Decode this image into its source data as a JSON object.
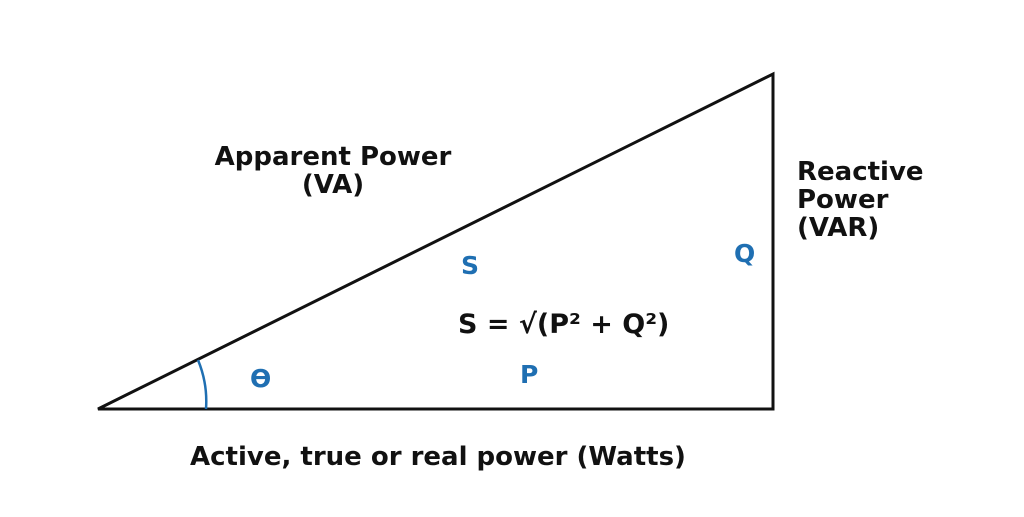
{
  "labels": {
    "apparent_line1": "Apparent Power",
    "apparent_line2": "(VA)",
    "reactive_line1": "Reactive",
    "reactive_line2": "Power",
    "reactive_line3": "(VAR)",
    "active": "Active, true or real power (Watts)",
    "formula": "S = √(P² + Q²)"
  },
  "symbols": {
    "s": "S",
    "q": "Q",
    "p": "P",
    "theta": "ϴ"
  },
  "colors": {
    "line": "#111111",
    "accent": "#1f6fb2",
    "text": "#111111"
  }
}
